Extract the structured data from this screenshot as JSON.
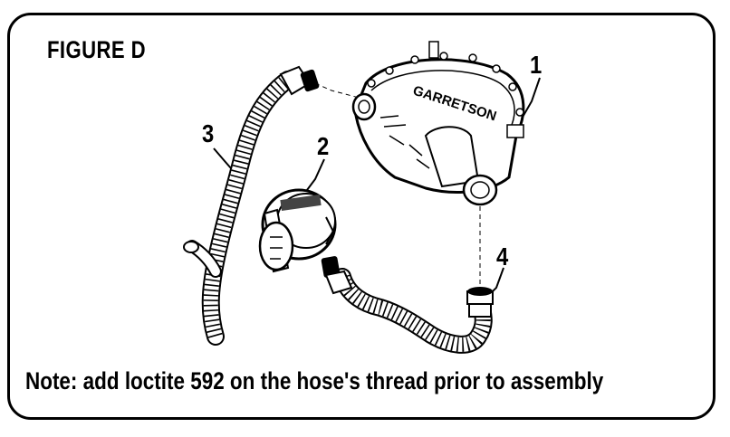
{
  "figure": {
    "title": "FIGURE D",
    "note": "Note: add loctite 592 on the hose's thread prior to assembly"
  },
  "callouts": [
    {
      "id": "1",
      "label": "1"
    },
    {
      "id": "2",
      "label": "2"
    },
    {
      "id": "3",
      "label": "3"
    },
    {
      "id": "4",
      "label": "4"
    }
  ],
  "regulator": {
    "brand": "GARRETSON"
  },
  "colors": {
    "line": "#000000",
    "background": "#ffffff"
  }
}
